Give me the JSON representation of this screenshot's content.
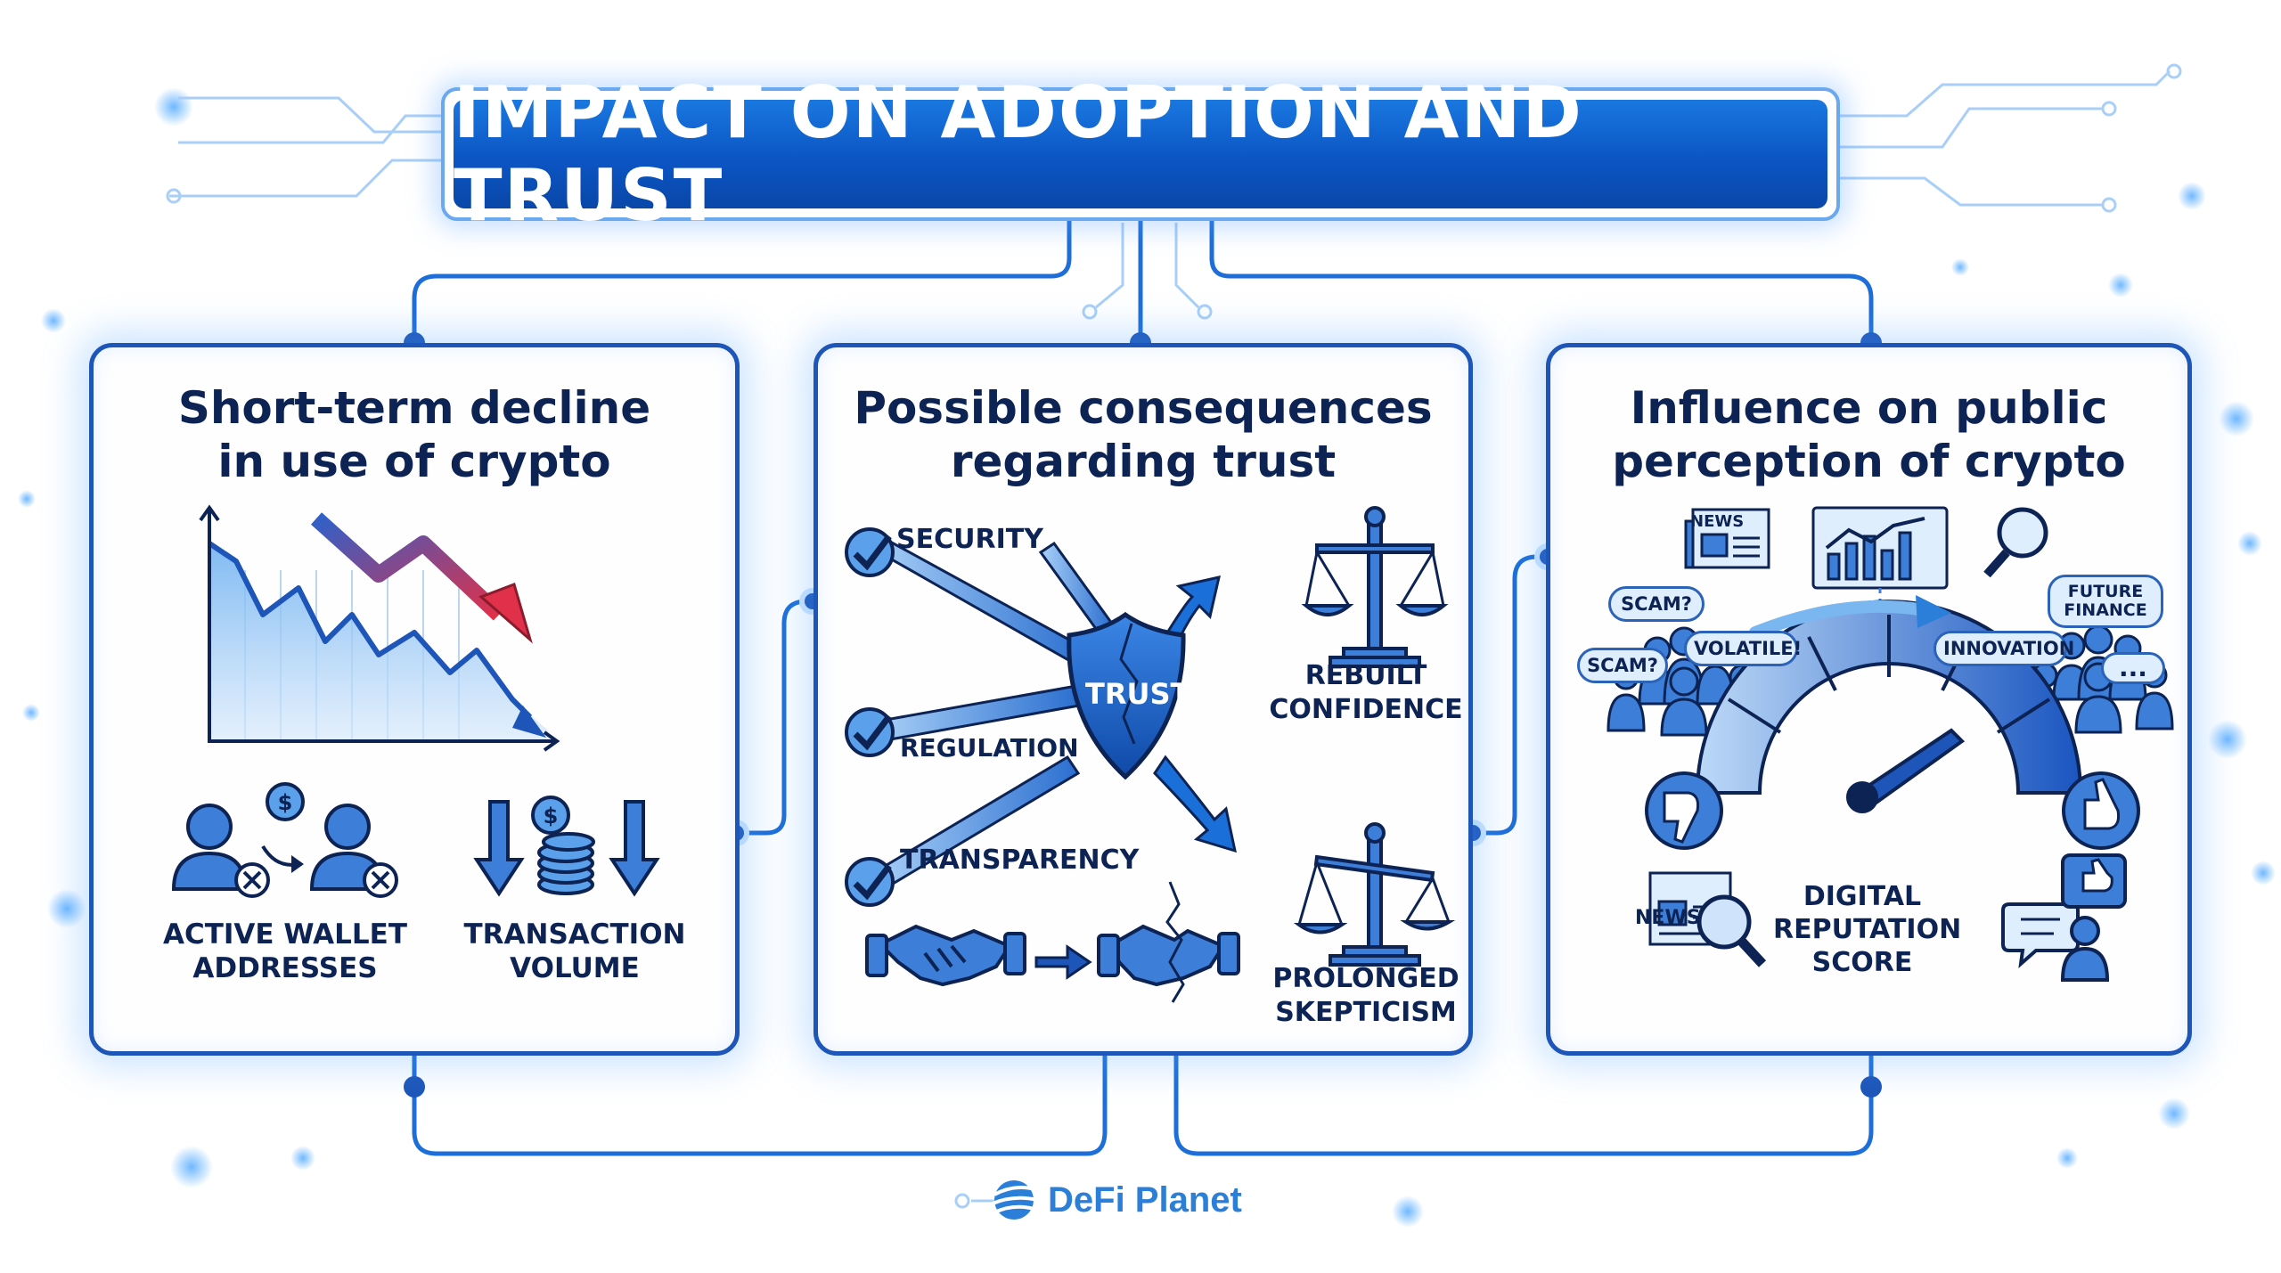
{
  "title": "IMPACT ON ADOPTION AND TRUST",
  "panels": [
    {
      "title_lines": [
        "Short-term decline",
        "in use of crypto"
      ],
      "labels": {
        "wallet": [
          "ACTIVE WALLET",
          "ADDRESSES"
        ],
        "volume": [
          "TRANSACTION",
          "VOLUME"
        ]
      }
    },
    {
      "title_lines": [
        "Possible consequences",
        "regarding trust"
      ],
      "labels": {
        "security": "SECURITY",
        "regulation": "REGULATION",
        "transparency": "TRANSPARENCY",
        "trust": "TRUST",
        "rebuilt": [
          "REBUILT",
          "CONFIDENCE"
        ],
        "skepticism": [
          "PROLONGED",
          "SKEPTICISM"
        ]
      }
    },
    {
      "title_lines": [
        "Influence on public",
        "perception of crypto"
      ],
      "labels": {
        "news_top": "NEWS",
        "news_bottom": "NEWS",
        "scam1": "SCAM?",
        "scam2": "SCAM?",
        "volatile": "VOLATILE!",
        "innovation": "INNOVATION",
        "future": [
          "FUTURE",
          "FINANCE"
        ],
        "dots": "...",
        "score": [
          "DIGITAL",
          "REPUTATION",
          "SCORE"
        ]
      }
    }
  ],
  "brand": "DeFi Planet",
  "colors": {
    "primary": "#1d55b8",
    "dark_text": "#0c2354",
    "accent_blue": "#1a78e0",
    "decline_red": "#d83b4a",
    "glow": "#5fa8ff"
  },
  "icons": [
    "check-icon",
    "shield-icon",
    "scale-icon",
    "handshake-icon",
    "broken-handshake-icon",
    "user-icon",
    "coin-icon",
    "newspaper-icon",
    "magnifier-icon",
    "thumbs-down-icon",
    "thumbs-up-icon",
    "gauge-icon",
    "chart-icon"
  ]
}
